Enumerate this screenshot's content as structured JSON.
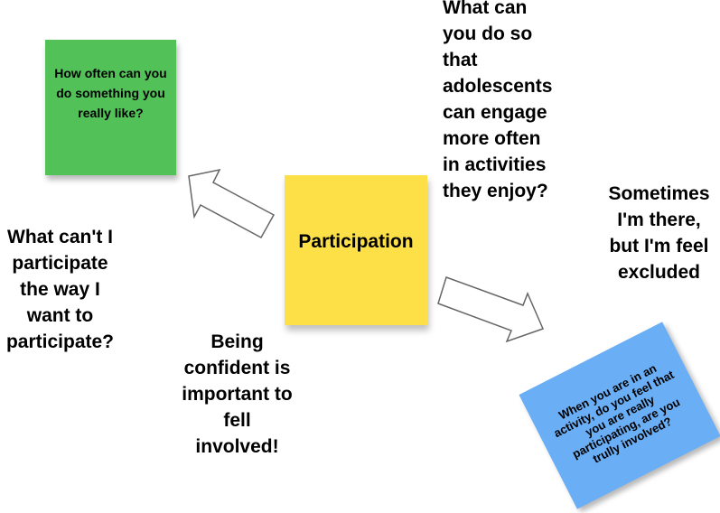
{
  "notes": {
    "green": "How often can you do something you really like?",
    "yellow": "Participation",
    "blue": "When you are in an activity, do you feel that you are really participating, are you trully involved?"
  },
  "texts": {
    "question_top": "What can\nyou do so\nthat\nadolescents\ncan engage\nmore often\nin activities\nthey enjoy?",
    "sometimes": "Sometimes\nI'm there,\nbut I'm feel\nexcluded",
    "why_cant": "What can't I\nparticipate\nthe way I\nwant to\nparticipate?",
    "confident": "Being\nconfident is\nimportant to\nfell\ninvolved!"
  },
  "colors": {
    "green_note": "#52c258",
    "yellow_note": "#fde048",
    "blue_note": "#6aaef5",
    "arrow_stroke": "#666666",
    "arrow_fill": "#ffffff"
  },
  "icons": {
    "arrow_left": "arrow-up-left-icon",
    "arrow_right": "arrow-down-right-icon"
  }
}
